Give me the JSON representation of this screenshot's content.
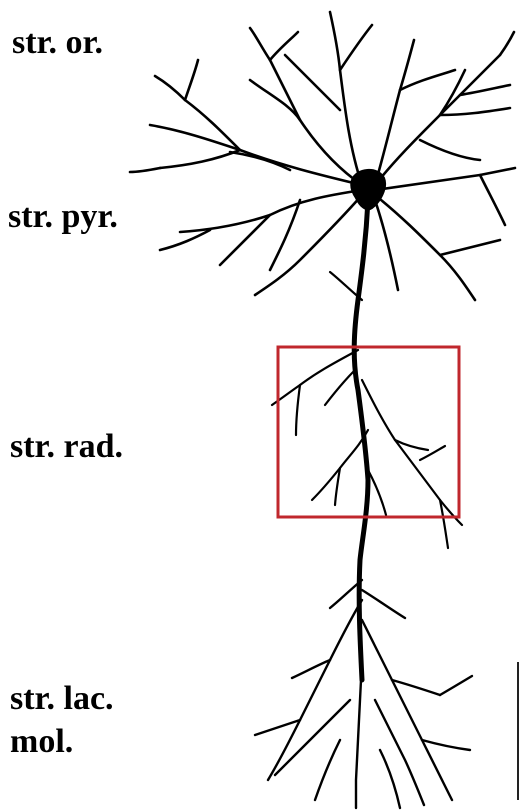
{
  "layers": {
    "oriens": "str. or.",
    "pyramidale": "str. pyr.",
    "radiatum": "str. rad.",
    "lacunosum_line1": "str. lac.",
    "lacunosum_line2": "mol."
  },
  "colors": {
    "neuron": "#000000",
    "highlight_box": "#c0272d",
    "background": "#ffffff"
  }
}
